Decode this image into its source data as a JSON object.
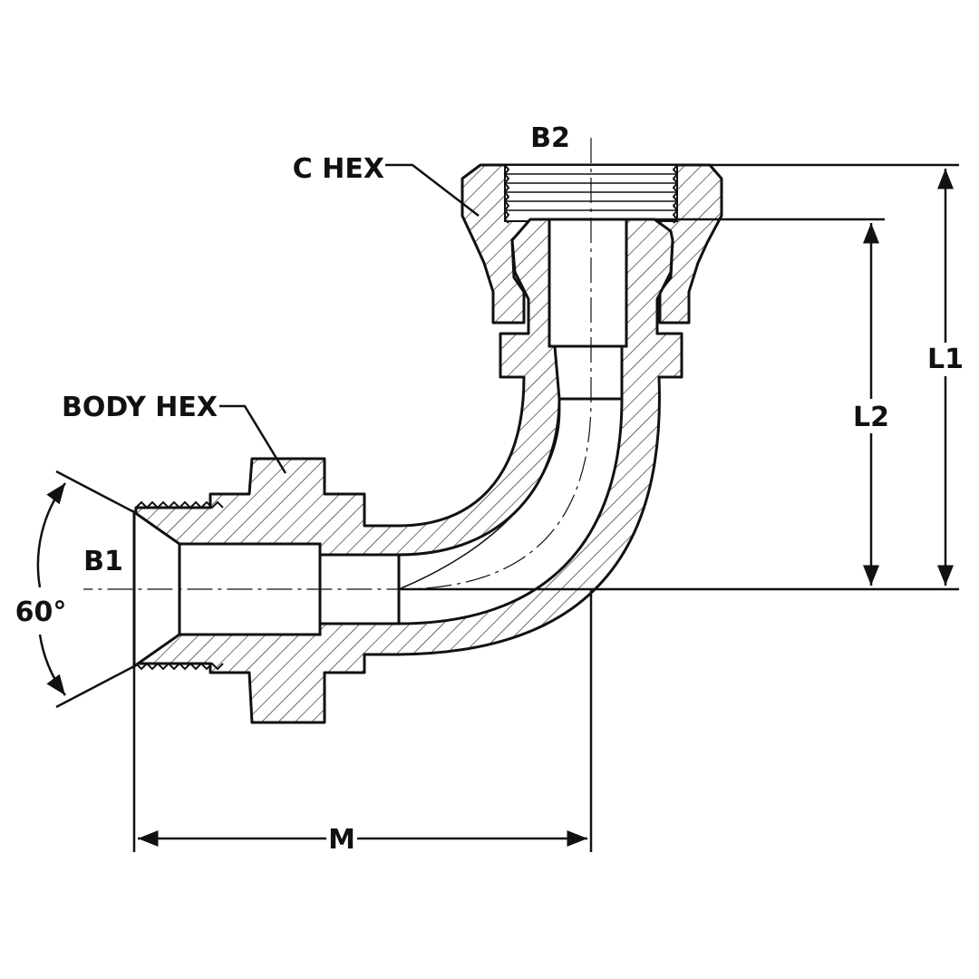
{
  "labels": {
    "b2": "B2",
    "c_hex": "C HEX",
    "body_hex": "BODY HEX",
    "b1": "B1",
    "angle": "60°",
    "l1": "L1",
    "l2": "L2",
    "m": "M"
  }
}
